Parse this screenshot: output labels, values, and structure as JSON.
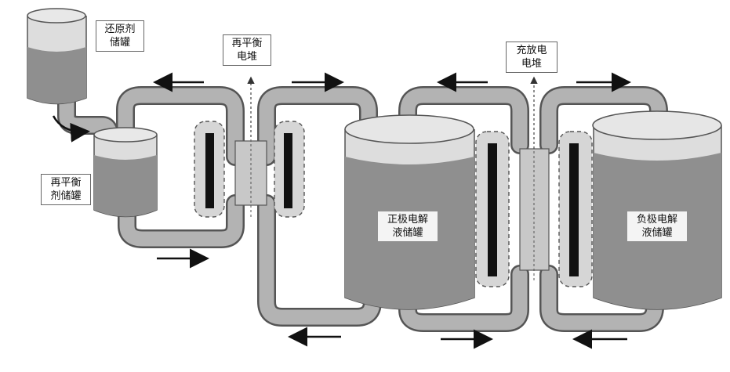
{
  "labels": {
    "reductant_tank": [
      "还原剂",
      "储罐"
    ],
    "rebalance_tank": [
      "再平衡",
      "剂储罐"
    ],
    "rebalance_stack": [
      "再平衡",
      "电堆"
    ],
    "charge_stack": [
      "充放电",
      "电堆"
    ],
    "positive_tank": [
      "正极电解",
      "液储罐"
    ],
    "negative_tank": [
      "负极电解",
      "液储罐"
    ]
  },
  "colors": {
    "pipe_fill": "#b3b3b3",
    "pipe_stroke": "#555555",
    "liquid": "#8f8f8f",
    "tank_top": "#d9d9d9",
    "electrode": "#111111",
    "arrow": "#111111"
  },
  "flow_directions": [
    "left",
    "right",
    "left",
    "right",
    "right",
    "left",
    "right",
    "left"
  ]
}
